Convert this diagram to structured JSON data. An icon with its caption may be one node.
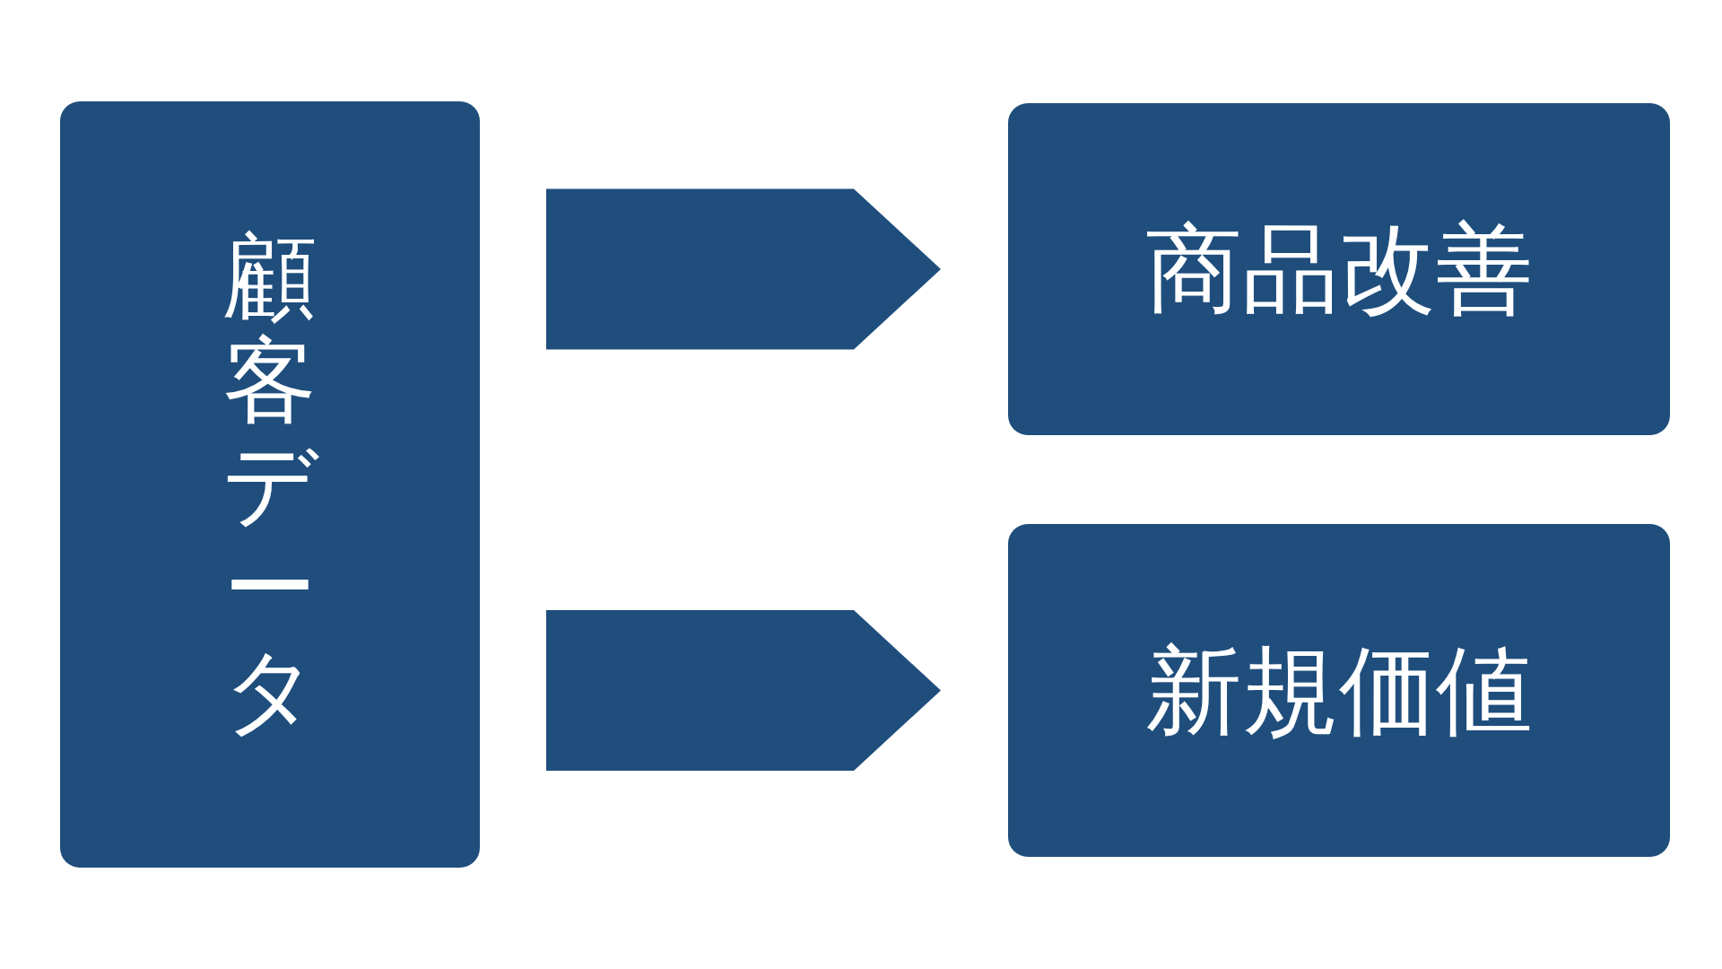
{
  "diagram": {
    "nodes": [
      {
        "text": [
          "顧客データ"
        ]
      },
      {
        "text": [
          "商品改善"
        ]
      },
      {
        "text": [
          "新規価値"
        ]
      }
    ],
    "edges": [
      {
        "from": 0,
        "to": 1,
        "arrow": "to"
      },
      {
        "from": 0,
        "to": 2,
        "arrow": "to"
      }
    ]
  }
}
